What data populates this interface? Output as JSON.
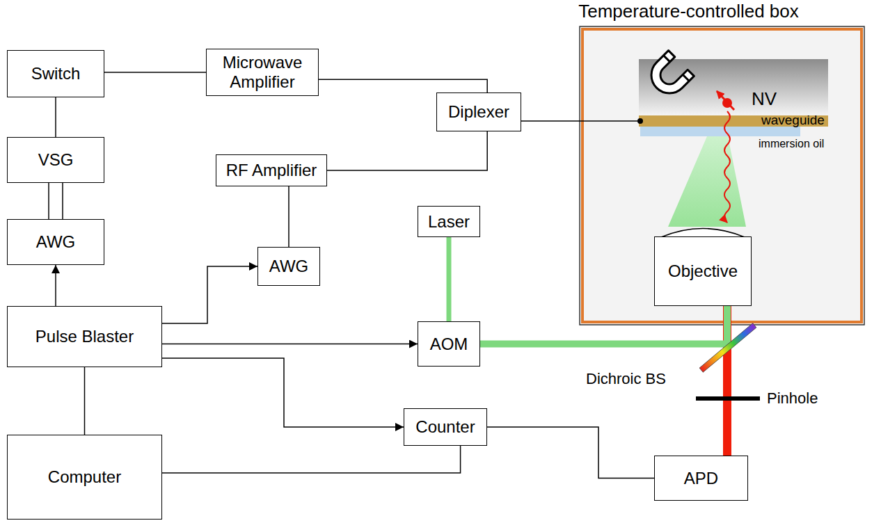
{
  "diagram": {
    "nodes": [
      {
        "text": [
          "Switch"
        ]
      },
      {
        "text": [
          "Microwave Amplifier"
        ]
      },
      {
        "text": [
          "Temperature-controlled box"
        ]
      },
      {
        "text": [
          "Diplexer"
        ]
      },
      {
        "text": [
          "VSG"
        ]
      },
      {
        "text": [
          "RF Amplifier"
        ]
      },
      {
        "text": [
          "AWG"
        ]
      },
      {
        "text": [
          "AWG"
        ]
      },
      {
        "text": [
          "Laser"
        ]
      },
      {
        "text": [
          "Objective"
        ],
        "in": 2
      },
      {
        "text": [
          "Pulse Blaster"
        ]
      },
      {
        "text": [
          "AOM"
        ]
      },
      {
        "text": [
          "Counter"
        ]
      },
      {
        "text": [
          "Computer"
        ]
      },
      {
        "text": [
          "APD"
        ]
      }
    ],
    "edges": [
      {
        "from": 0,
        "to": 1,
        "arrow": "none"
      },
      {
        "from": 1,
        "to": 3,
        "arrow": "none"
      },
      {
        "from": 3,
        "to": 2,
        "arrow": "none"
      },
      {
        "from": 0,
        "to": 4,
        "arrow": "none"
      },
      {
        "from": 4,
        "to": 6,
        "arrow": "none"
      },
      {
        "from": 10,
        "to": 6,
        "arrow": "to"
      },
      {
        "from": 10,
        "to": 7,
        "arrow": "to"
      },
      {
        "from": 5,
        "to": 7,
        "arrow": "none"
      },
      {
        "from": 5,
        "to": 3,
        "arrow": "none"
      },
      {
        "from": 10,
        "to": 11,
        "arrow": "to"
      },
      {
        "from": 10,
        "to": 12,
        "arrow": "to"
      },
      {
        "from": 10,
        "to": 13,
        "arrow": "none"
      },
      {
        "from": 13,
        "to": 12,
        "arrow": "none"
      },
      {
        "from": 12,
        "to": 14,
        "arrow": "none"
      },
      {
        "from": 8,
        "to": 11,
        "arrow": "none"
      },
      {
        "from": 9,
        "to": 14,
        "arrow": "none"
      },
      {
        "from": 11,
        "to": 9,
        "arrow": "none"
      }
    ],
    "labels": [
      "NV",
      "waveguide",
      "immersion oil",
      "Dichroic BS",
      "Pinhole"
    ]
  }
}
